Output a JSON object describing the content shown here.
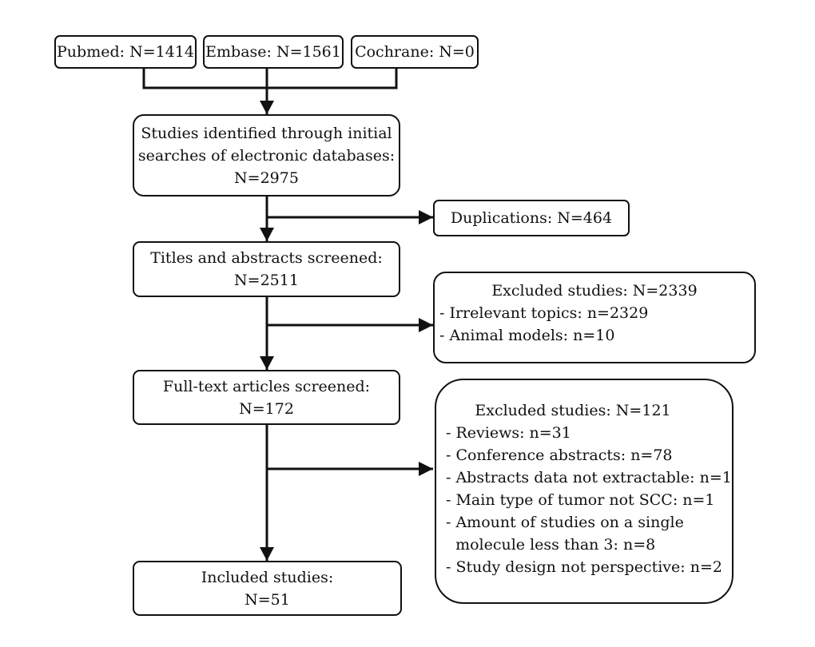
{
  "sources": {
    "pubmed": "Pubmed: N=1414",
    "embase": "Embase: N=1561",
    "cochrane": "Cochrane: N=0"
  },
  "identified": {
    "line1": "Studies identified through initial",
    "line2": "searches of electronic databases:",
    "line3": "N=2975"
  },
  "duplications": "Duplications: N=464",
  "screened": {
    "line1": "Titles and abstracts screened:",
    "line2": "N=2511"
  },
  "excluded1": {
    "header": "Excluded studies: N=2339",
    "items": [
      "- Irrelevant topics: n=2329",
      "- Animal models: n=10"
    ]
  },
  "fulltext": {
    "line1": "Full-text articles screened:",
    "line2": "N=172"
  },
  "excluded2": {
    "header": "Excluded studies: N=121",
    "items": [
      "- Reviews: n=31",
      "- Conference abstracts: n=78",
      "- Abstracts data not extractable: n=1",
      "- Main type of tumor not SCC: n=1",
      "- Amount of studies on a single",
      "  molecule less than 3: n=8",
      "- Study design not perspective: n=2"
    ]
  },
  "included": {
    "line1": "Included studies:",
    "line2": "N=51"
  }
}
